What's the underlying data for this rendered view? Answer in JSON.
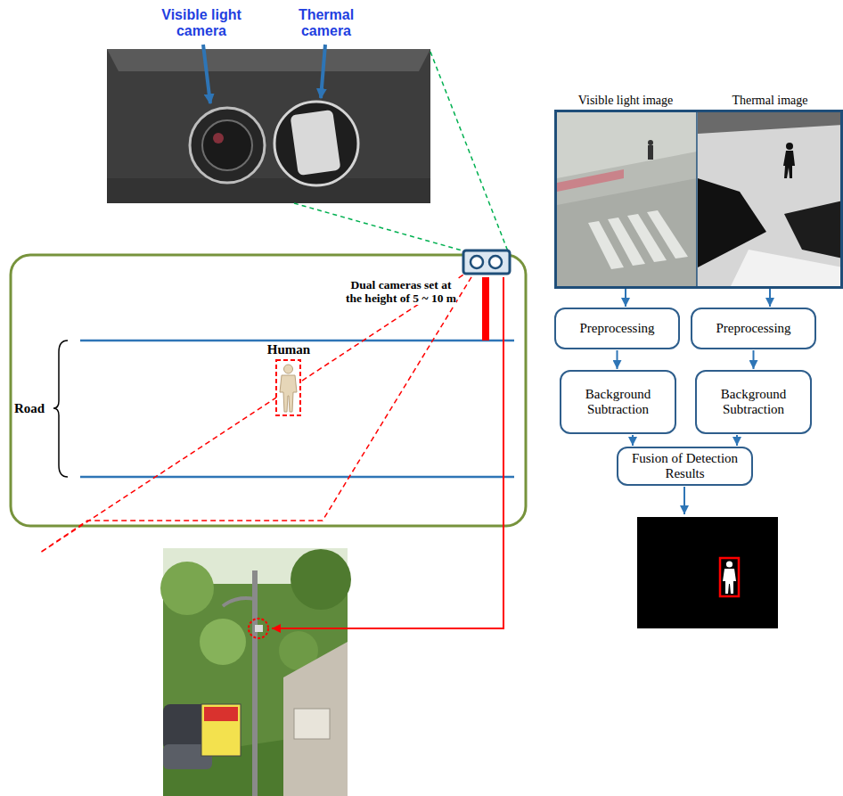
{
  "diagram": {
    "nodes": [
      {
        "text": [
          "Visible light image"
        ]
      },
      {
        "text": [
          "Thermal image"
        ]
      },
      {
        "text": [
          "Preprocessing"
        ]
      },
      {
        "text": [
          "Preprocessing"
        ]
      },
      {
        "text": [
          "Background Subtraction"
        ]
      },
      {
        "text": [
          "Background Subtraction"
        ]
      },
      {
        "text": [
          "Fusion of Detection Results"
        ]
      }
    ],
    "edges": [
      {
        "from": 0,
        "to": 2,
        "arrow": "to"
      },
      {
        "from": 1,
        "to": 3,
        "arrow": "to"
      },
      {
        "from": 2,
        "to": 4,
        "arrow": "to"
      },
      {
        "from": 3,
        "to": 5,
        "arrow": "to"
      },
      {
        "from": 4,
        "to": 6,
        "arrow": "to"
      },
      {
        "from": 5,
        "to": 6,
        "arrow": "to"
      }
    ],
    "labels": [
      "Visible light camera",
      "Thermal camera",
      "Dual cameras set at the height of 5 ~ 10 m",
      "Road",
      "Human"
    ]
  }
}
